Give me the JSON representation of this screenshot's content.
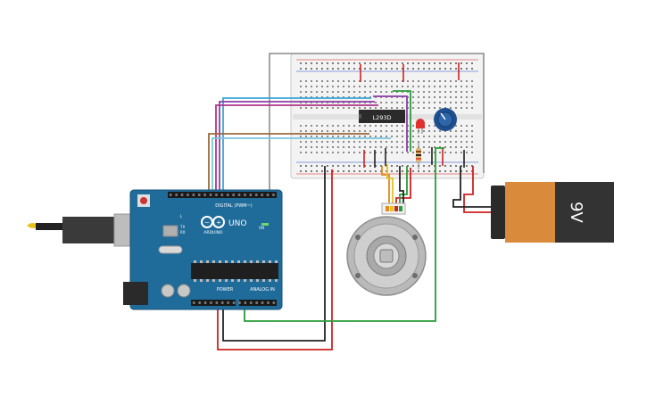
{
  "arduino": {
    "board_name": "UNO",
    "brand": "ARDUINO",
    "digital_label": "DIGITAL (PWM~)",
    "power_label": "POWER",
    "analog_label": "ANALOG IN",
    "tx_label": "TX",
    "rx_label": "RX",
    "l_label": "L",
    "on_label": "ON"
  },
  "ic": {
    "label": "L293D"
  },
  "battery": {
    "label": "9V"
  },
  "colors": {
    "board": "#1f6b9a",
    "breadboard": "#f2f2f2",
    "wire_red": "#cc2222",
    "wire_black": "#222222",
    "wire_green": "#2a9d3a",
    "wire_blue": "#39a7d6",
    "wire_purple": "#8a3fa8",
    "wire_magenta": "#b0358e",
    "wire_brown": "#9a6a3a",
    "wire_lightblue": "#7ac6de",
    "wire_gray": "#9a9a9a",
    "wire_orange": "#e08a1e",
    "wire_yellow": "#e6c21a",
    "battery_orange": "#d98a3a",
    "battery_black": "#333333"
  }
}
